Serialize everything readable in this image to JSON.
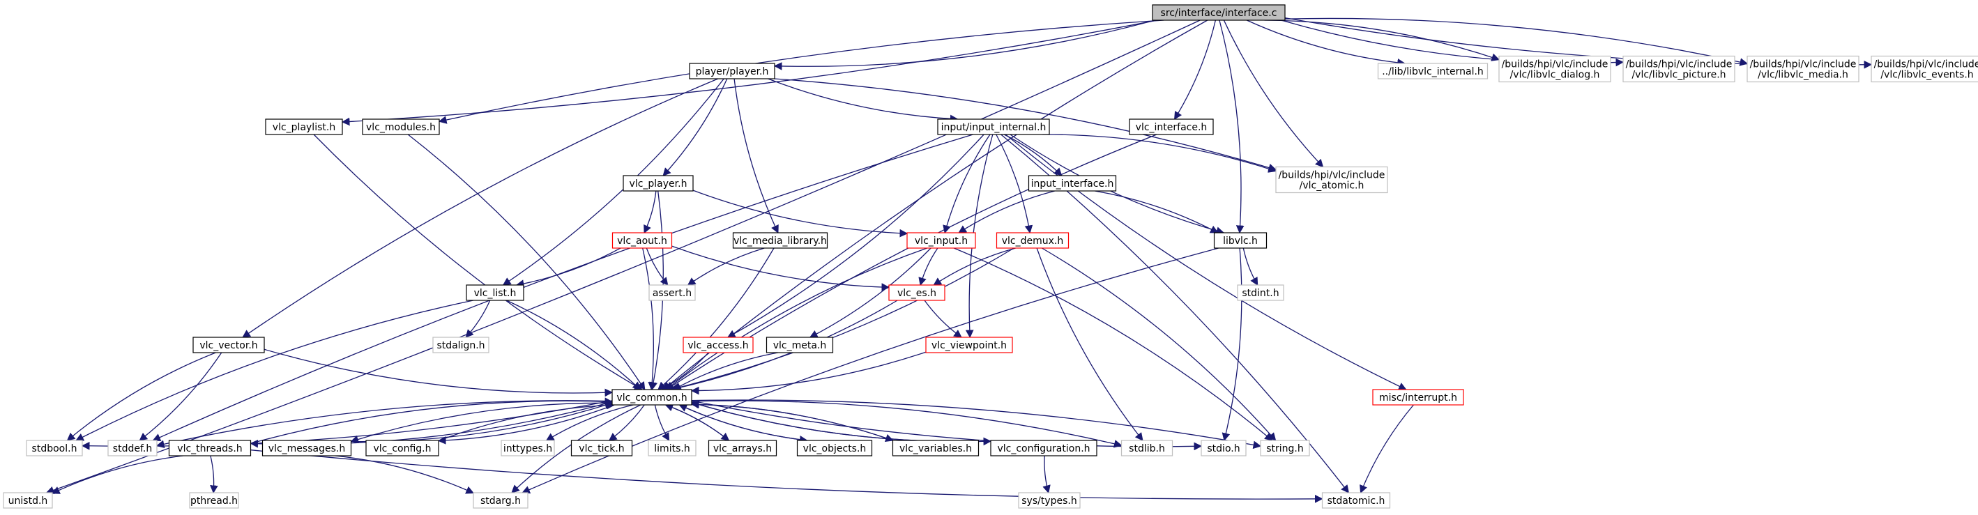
{
  "graph": {
    "root": "src/interface/interface.c",
    "colors": {
      "edge": "#191970",
      "root_fill": "#bfbfbf",
      "regular_border": "#000000",
      "truncated_border": "#ff0000",
      "external_border": "#bfbfbf",
      "external_text": "#555555"
    },
    "nodes": [
      {
        "id": "root",
        "label": "src/interface/interface.c",
        "kind": "root"
      },
      {
        "id": "player_player",
        "label": "player/player.h",
        "kind": "regular"
      },
      {
        "id": "lib_internal",
        "label": "../lib/libvlc_internal.h",
        "kind": "external"
      },
      {
        "id": "dialog",
        "label": "/builds/hpi/vlc/include\n/vlc/libvlc_dialog.h",
        "kind": "external"
      },
      {
        "id": "picture",
        "label": "/builds/hpi/vlc/include\n/vlc/libvlc_picture.h",
        "kind": "external"
      },
      {
        "id": "media",
        "label": "/builds/hpi/vlc/include\n/vlc/libvlc_media.h",
        "kind": "external"
      },
      {
        "id": "events",
        "label": "/builds/hpi/vlc/include\n/vlc/libvlc_events.h",
        "kind": "external"
      },
      {
        "id": "vlc_playlist",
        "label": "vlc_playlist.h",
        "kind": "regular"
      },
      {
        "id": "vlc_modules",
        "label": "vlc_modules.h",
        "kind": "regular"
      },
      {
        "id": "input_internal",
        "label": "input/input_internal.h",
        "kind": "regular"
      },
      {
        "id": "vlc_interface",
        "label": "vlc_interface.h",
        "kind": "regular"
      },
      {
        "id": "vlc_atomic",
        "label": "/builds/hpi/vlc/include\n/vlc_atomic.h",
        "kind": "external"
      },
      {
        "id": "vlc_player",
        "label": "vlc_player.h",
        "kind": "regular"
      },
      {
        "id": "input_interface",
        "label": "input_interface.h",
        "kind": "regular"
      },
      {
        "id": "vlc_aout",
        "label": "vlc_aout.h",
        "kind": "truncated"
      },
      {
        "id": "vlc_media_library",
        "label": "vlc_media_library.h",
        "kind": "regular"
      },
      {
        "id": "vlc_input",
        "label": "vlc_input.h",
        "kind": "truncated"
      },
      {
        "id": "vlc_demux",
        "label": "vlc_demux.h",
        "kind": "truncated"
      },
      {
        "id": "libvlc",
        "label": "libvlc.h",
        "kind": "regular"
      },
      {
        "id": "vlc_list",
        "label": "vlc_list.h",
        "kind": "regular"
      },
      {
        "id": "assert",
        "label": "assert.h",
        "kind": "external"
      },
      {
        "id": "vlc_es",
        "label": "vlc_es.h",
        "kind": "truncated"
      },
      {
        "id": "stdint",
        "label": "stdint.h",
        "kind": "external"
      },
      {
        "id": "stdalign",
        "label": "stdalign.h",
        "kind": "external"
      },
      {
        "id": "vlc_vector",
        "label": "vlc_vector.h",
        "kind": "regular"
      },
      {
        "id": "vlc_access",
        "label": "vlc_access.h",
        "kind": "truncated"
      },
      {
        "id": "vlc_meta",
        "label": "vlc_meta.h",
        "kind": "regular"
      },
      {
        "id": "vlc_viewpoint",
        "label": "vlc_viewpoint.h",
        "kind": "truncated"
      },
      {
        "id": "misc_interrupt",
        "label": "misc/interrupt.h",
        "kind": "truncated"
      },
      {
        "id": "vlc_common",
        "label": "vlc_common.h",
        "kind": "regular"
      },
      {
        "id": "stdbool",
        "label": "stdbool.h",
        "kind": "external"
      },
      {
        "id": "stddef",
        "label": "stddef.h",
        "kind": "external"
      },
      {
        "id": "vlc_threads",
        "label": "vlc_threads.h",
        "kind": "regular"
      },
      {
        "id": "vlc_messages",
        "label": "vlc_messages.h",
        "kind": "regular"
      },
      {
        "id": "vlc_config",
        "label": "vlc_config.h",
        "kind": "regular"
      },
      {
        "id": "inttypes",
        "label": "inttypes.h",
        "kind": "external"
      },
      {
        "id": "vlc_tick",
        "label": "vlc_tick.h",
        "kind": "regular"
      },
      {
        "id": "limits",
        "label": "limits.h",
        "kind": "external"
      },
      {
        "id": "vlc_arrays",
        "label": "vlc_arrays.h",
        "kind": "regular"
      },
      {
        "id": "vlc_objects",
        "label": "vlc_objects.h",
        "kind": "regular"
      },
      {
        "id": "vlc_variables",
        "label": "vlc_variables.h",
        "kind": "regular"
      },
      {
        "id": "vlc_configuration",
        "label": "vlc_configuration.h",
        "kind": "regular"
      },
      {
        "id": "stdlib",
        "label": "stdlib.h",
        "kind": "external"
      },
      {
        "id": "stdio",
        "label": "stdio.h",
        "kind": "external"
      },
      {
        "id": "string",
        "label": "string.h",
        "kind": "external"
      },
      {
        "id": "unistd",
        "label": "unistd.h",
        "kind": "external"
      },
      {
        "id": "pthread",
        "label": "pthread.h",
        "kind": "external"
      },
      {
        "id": "stdarg",
        "label": "stdarg.h",
        "kind": "external"
      },
      {
        "id": "sys_types",
        "label": "sys/types.h",
        "kind": "external"
      },
      {
        "id": "stdatomic",
        "label": "stdatomic.h",
        "kind": "external"
      }
    ],
    "edges": [
      [
        "root",
        "player_player"
      ],
      [
        "root",
        "lib_internal"
      ],
      [
        "root",
        "dialog"
      ],
      [
        "root",
        "picture"
      ],
      [
        "root",
        "media"
      ],
      [
        "root",
        "events"
      ],
      [
        "root",
        "vlc_playlist"
      ],
      [
        "root",
        "vlc_modules"
      ],
      [
        "root",
        "vlc_interface"
      ],
      [
        "root",
        "vlc_atomic"
      ],
      [
        "root",
        "libvlc"
      ],
      [
        "root",
        "vlc_common"
      ],
      [
        "root",
        "unistd"
      ],
      [
        "player_player",
        "input_internal"
      ],
      [
        "player_player",
        "vlc_player"
      ],
      [
        "player_player",
        "vlc_media_library"
      ],
      [
        "player_player",
        "vlc_list"
      ],
      [
        "player_player",
        "vlc_vector"
      ],
      [
        "player_player",
        "vlc_atomic"
      ],
      [
        "vlc_playlist",
        "vlc_common"
      ],
      [
        "vlc_modules",
        "vlc_common"
      ],
      [
        "vlc_interface",
        "vlc_common"
      ],
      [
        "input_internal",
        "input_interface"
      ],
      [
        "input_internal",
        "vlc_input"
      ],
      [
        "input_internal",
        "vlc_demux"
      ],
      [
        "input_internal",
        "libvlc"
      ],
      [
        "input_internal",
        "vlc_access"
      ],
      [
        "input_internal",
        "vlc_viewpoint"
      ],
      [
        "input_internal",
        "vlc_atomic"
      ],
      [
        "input_internal",
        "misc_interrupt"
      ],
      [
        "input_internal",
        "stdatomic"
      ],
      [
        "input_internal",
        "stddef"
      ],
      [
        "vlc_player",
        "vlc_aout"
      ],
      [
        "vlc_player",
        "vlc_input"
      ],
      [
        "vlc_player",
        "vlc_common"
      ],
      [
        "input_interface",
        "vlc_input"
      ],
      [
        "input_interface",
        "libvlc"
      ],
      [
        "vlc_aout",
        "assert"
      ],
      [
        "vlc_aout",
        "vlc_list"
      ],
      [
        "vlc_aout",
        "vlc_es"
      ],
      [
        "vlc_aout",
        "vlc_common"
      ],
      [
        "vlc_media_library",
        "assert"
      ],
      [
        "vlc_media_library",
        "vlc_common"
      ],
      [
        "vlc_input",
        "vlc_es"
      ],
      [
        "vlc_input",
        "vlc_meta"
      ],
      [
        "vlc_input",
        "vlc_common"
      ],
      [
        "vlc_input",
        "string"
      ],
      [
        "vlc_demux",
        "vlc_es"
      ],
      [
        "vlc_demux",
        "vlc_common"
      ],
      [
        "vlc_demux",
        "stdlib"
      ],
      [
        "vlc_demux",
        "string"
      ],
      [
        "libvlc",
        "stdint"
      ],
      [
        "libvlc",
        "stdio"
      ],
      [
        "libvlc",
        "stdarg"
      ],
      [
        "vlc_list",
        "stdalign"
      ],
      [
        "vlc_list",
        "stdbool"
      ],
      [
        "vlc_list",
        "vlc_common"
      ],
      [
        "vlc_es",
        "vlc_viewpoint"
      ],
      [
        "vlc_es",
        "vlc_common"
      ],
      [
        "vlc_vector",
        "stdbool"
      ],
      [
        "vlc_vector",
        "stddef"
      ],
      [
        "vlc_vector",
        "vlc_common"
      ],
      [
        "vlc_access",
        "vlc_common"
      ],
      [
        "vlc_meta",
        "vlc_common"
      ],
      [
        "vlc_viewpoint",
        "vlc_common"
      ],
      [
        "misc_interrupt",
        "stdatomic"
      ],
      [
        "vlc_common",
        "stdbool"
      ],
      [
        "vlc_common",
        "stddef"
      ],
      [
        "vlc_common",
        "vlc_threads"
      ],
      [
        "vlc_common",
        "vlc_messages"
      ],
      [
        "vlc_common",
        "vlc_config"
      ],
      [
        "vlc_common",
        "inttypes"
      ],
      [
        "vlc_common",
        "vlc_tick"
      ],
      [
        "vlc_common",
        "limits"
      ],
      [
        "vlc_common",
        "vlc_arrays"
      ],
      [
        "vlc_common",
        "vlc_objects"
      ],
      [
        "vlc_common",
        "vlc_variables"
      ],
      [
        "vlc_common",
        "vlc_configuration"
      ],
      [
        "vlc_common",
        "stdlib"
      ],
      [
        "vlc_common",
        "stdio"
      ],
      [
        "vlc_common",
        "string"
      ],
      [
        "vlc_common",
        "stdarg"
      ],
      [
        "vlc_threads",
        "vlc_common"
      ],
      [
        "vlc_messages",
        "vlc_common"
      ],
      [
        "vlc_config",
        "vlc_common"
      ],
      [
        "vlc_arrays",
        "vlc_common"
      ],
      [
        "vlc_objects",
        "vlc_common"
      ],
      [
        "vlc_variables",
        "vlc_common"
      ],
      [
        "vlc_configuration",
        "vlc_common"
      ],
      [
        "vlc_threads",
        "unistd"
      ],
      [
        "vlc_threads",
        "pthread"
      ],
      [
        "vlc_threads",
        "stdatomic"
      ],
      [
        "vlc_messages",
        "stdarg"
      ],
      [
        "vlc_configuration",
        "sys_types"
      ]
    ]
  }
}
